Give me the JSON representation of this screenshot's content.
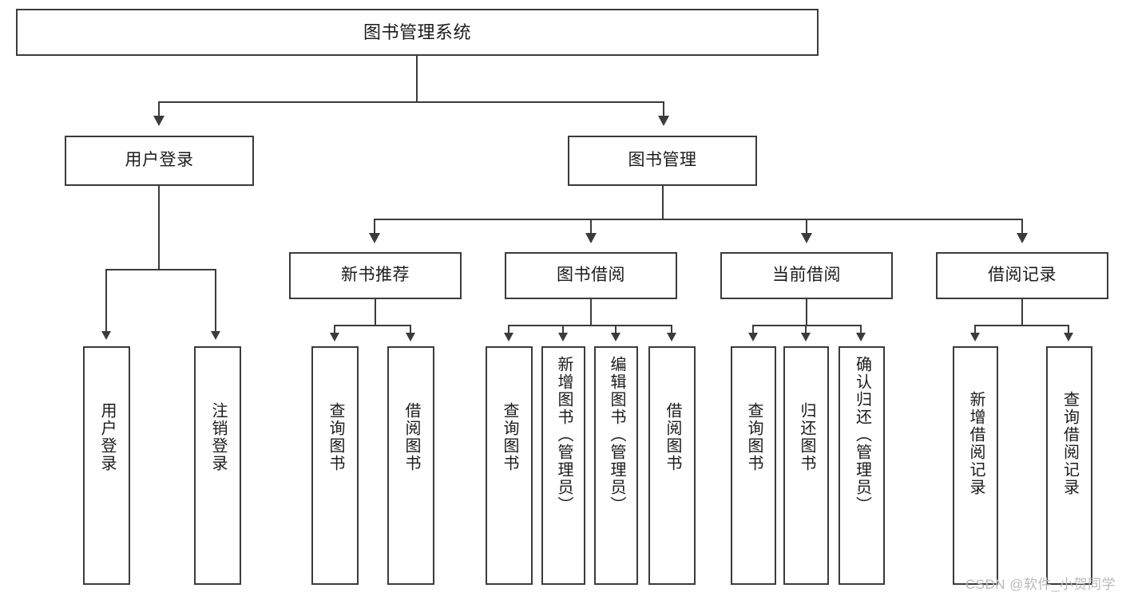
{
  "diagram": {
    "type": "tree",
    "title": "图书管理系统",
    "watermark": "CSDN @软件_小贺同学",
    "levels": {
      "root": {
        "label": "图书管理系统"
      },
      "level2": [
        {
          "id": "user-login",
          "label": "用户登录"
        },
        {
          "id": "book-manage",
          "label": "图书管理"
        }
      ],
      "level3": [
        {
          "id": "new-book-recommend",
          "label": "新书推荐"
        },
        {
          "id": "book-borrow",
          "label": "图书借阅"
        },
        {
          "id": "current-borrow",
          "label": "当前借阅"
        },
        {
          "id": "borrow-record",
          "label": "借阅记录"
        }
      ],
      "leaves": [
        {
          "id": "leaf-user-login",
          "label": "用户登录",
          "parent": "user-login"
        },
        {
          "id": "leaf-logout-login",
          "label": "注销登录",
          "parent": "user-login"
        },
        {
          "id": "leaf-query-book-1",
          "label": "查询图书",
          "parent": "new-book-recommend"
        },
        {
          "id": "leaf-borrow-book-1",
          "label": "借阅图书",
          "parent": "new-book-recommend"
        },
        {
          "id": "leaf-query-book-2",
          "label": "查询图书",
          "parent": "book-borrow"
        },
        {
          "id": "leaf-add-book",
          "label": "新增图书（管理员）",
          "parent": "book-borrow"
        },
        {
          "id": "leaf-edit-book",
          "label": "编辑图书（管理员）",
          "parent": "book-borrow"
        },
        {
          "id": "leaf-borrow-book-2",
          "label": "借阅图书",
          "parent": "book-borrow"
        },
        {
          "id": "leaf-query-book-3",
          "label": "查询图书",
          "parent": "current-borrow"
        },
        {
          "id": "leaf-return-book",
          "label": "归还图书",
          "parent": "current-borrow"
        },
        {
          "id": "leaf-confirm-return",
          "label": "确认归还（管理员）",
          "parent": "current-borrow"
        },
        {
          "id": "leaf-add-record",
          "label": "新增借阅记录",
          "parent": "borrow-record"
        },
        {
          "id": "leaf-query-record",
          "label": "查询借阅记录",
          "parent": "borrow-record"
        }
      ]
    },
    "colors": {
      "stroke": "#3b3b3b",
      "fill": "#ffffff",
      "text": "#1b1b1b",
      "watermark": "#b9b9b9"
    }
  }
}
